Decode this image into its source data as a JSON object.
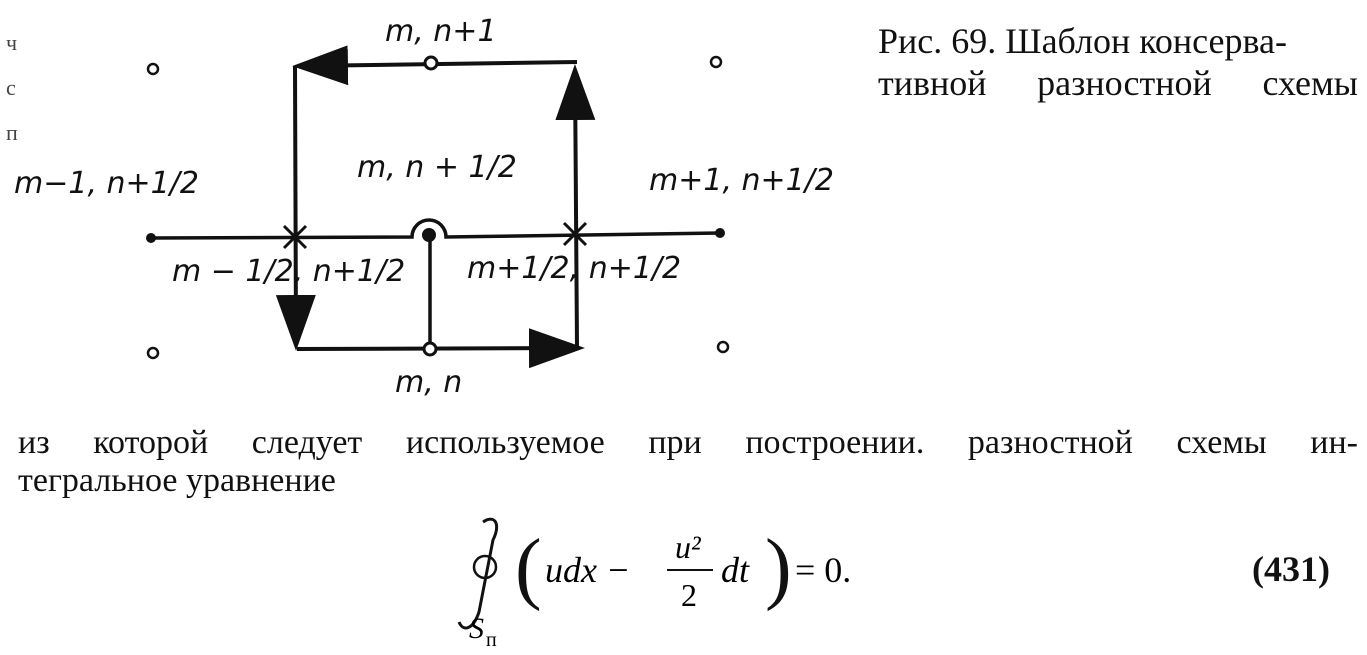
{
  "figure": {
    "labels": {
      "top": "m, n+1",
      "bottom": "m, n",
      "center": "m, n + 1/2",
      "left_node": "m−1, n+1/2",
      "right_node": "m+1, n+1/2",
      "left_cross": "m − 1/2, n+1/2",
      "right_cross": "m+1/2, n+1/2"
    },
    "caption_lines": [
      "Рис. 69. Шаблон консерва-",
      "тивной разностной схемы"
    ]
  },
  "margin_marks": [
    "ч",
    "с",
    "п",
    ""
  ],
  "paragraph_lines": [
    "из которой следует используемое при построении. разностной схемы ин-",
    "тегральное уравнение"
  ],
  "formula": {
    "integrand_left": "udx −",
    "frac_num": "u²",
    "frac_den": "2",
    "integrand_right": "dt",
    "rhs": "= 0.",
    "subscript": "S",
    "subscript_sub": "п"
  },
  "equation_number": "(431)"
}
